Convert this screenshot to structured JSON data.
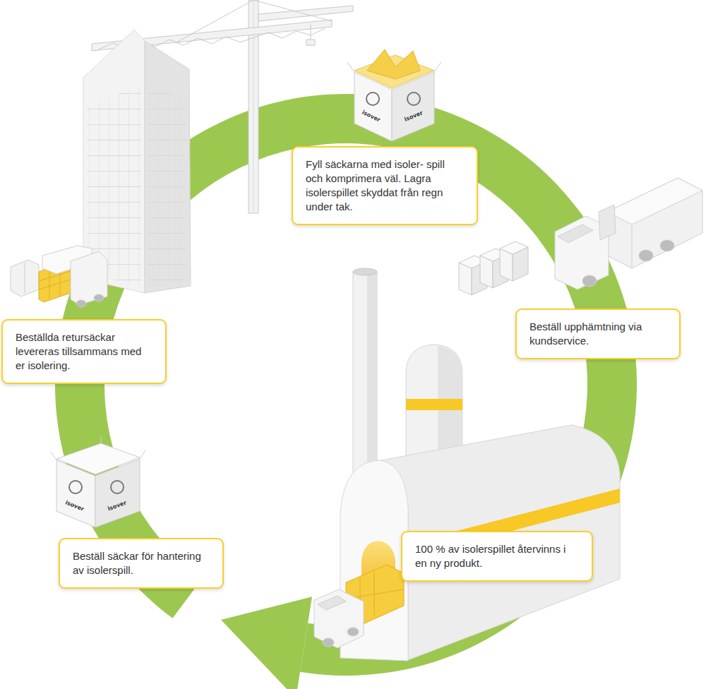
{
  "diagram": {
    "nodes": [
      {
        "text": [
          "Beställ säckar för hantering av isolerspill."
        ]
      },
      {
        "text": [
          "Beställda retursäckar levereras tillsammans med er isolering."
        ]
      },
      {
        "text": [
          "Fyll säckarna med isoler- spill och komprimera väl. Lagra isolerspillet skyddat från regn under tak."
        ]
      },
      {
        "text": [
          "Beställ upphämtning via kundservice."
        ]
      },
      {
        "text": [
          "100 % av isolerspillet återvinns i en ny produkt."
        ]
      }
    ],
    "labels": [
      "isover",
      "isover",
      "isover",
      "isover"
    ]
  }
}
